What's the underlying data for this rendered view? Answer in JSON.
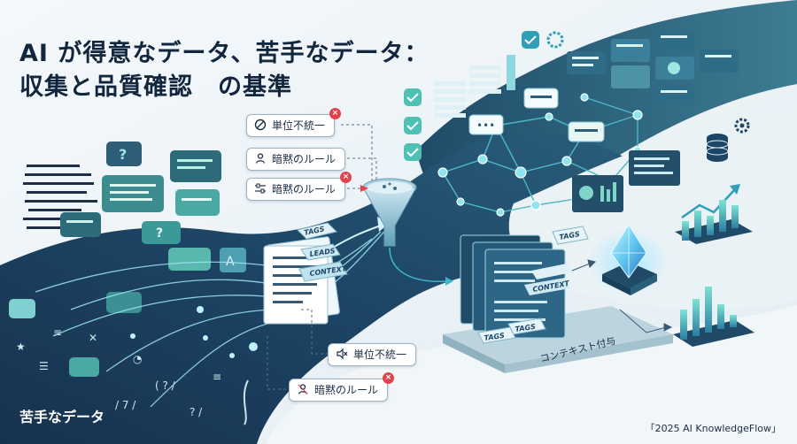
{
  "title": {
    "line1": "AI が得意なデータ、苦手なデータ：",
    "line2": "収集と品質確認　の基準"
  },
  "callouts": {
    "top": [
      {
        "label": "単位不統一",
        "icon": "no-entry-icon"
      },
      {
        "label": "暗黙のルール",
        "icon": "person-icon"
      },
      {
        "label": "暗黙のルール",
        "icon": "sliders-icon"
      }
    ],
    "bottom": [
      {
        "label": "単位不統一",
        "icon": "mute-icon"
      },
      {
        "label": "暗黙のルール",
        "icon": "person-icon"
      }
    ],
    "error_mark": "×"
  },
  "tags": {
    "incoming": [
      "TAGS",
      "LEADS",
      "CONTEXT"
    ],
    "stack": [
      "TAGS",
      "CONTEXT"
    ],
    "base": [
      "TAGS",
      "TAGS"
    ]
  },
  "context_label": "コンテキスト付与",
  "bottom_left_label": "苦手なデータ",
  "copyright": "「2025 AI KnowledgeFlow」",
  "palette": {
    "navy": "#16324f",
    "teal": "#3fb7c9",
    "mint": "#7fd6c8",
    "error": "#e2424c",
    "crystal": "#6fd7ff"
  }
}
